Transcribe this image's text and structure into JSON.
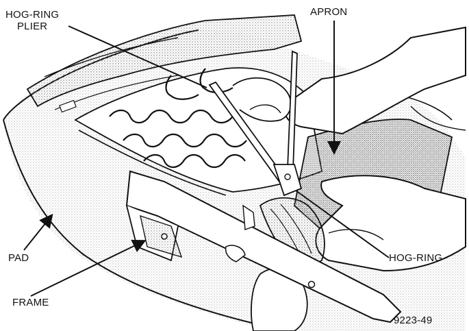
{
  "diagram": {
    "labels": {
      "hog_ring_plier_line1": "HOG-RING",
      "hog_ring_plier_line2": "PLIER",
      "apron": "APRON",
      "pad": "PAD",
      "hog_ring": "HOG-RING",
      "frame": "FRAME",
      "figure_number": "9223-49"
    }
  },
  "colors": {
    "ink": "#111111",
    "paper": "#ffffff",
    "stipple": "#8a8a8a"
  }
}
